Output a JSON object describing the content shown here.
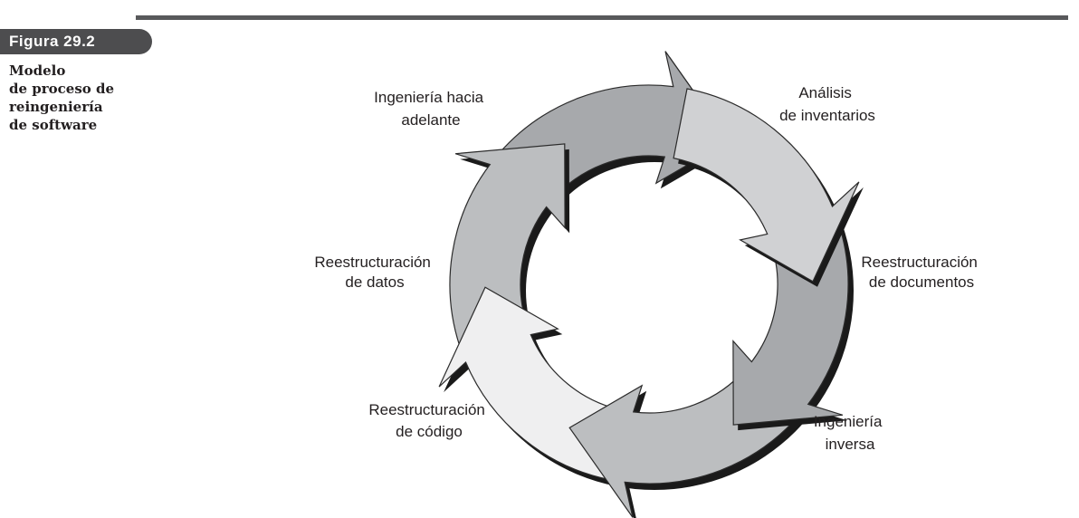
{
  "figure": {
    "label": "Figura 29.2",
    "caption_lines": [
      "Modelo",
      "de proceso de",
      "reingeniería",
      "de software"
    ]
  },
  "diagram": {
    "type": "cycle",
    "stages": [
      {
        "lines": [
          "Análisis",
          "de inventarios"
        ],
        "fill": "#d0d1d3"
      },
      {
        "lines": [
          "Reestructuración",
          "de documentos"
        ],
        "fill": "#a7a9ac"
      },
      {
        "lines": [
          "Ingeniería",
          "inversa"
        ],
        "fill": "#bcbec0"
      },
      {
        "lines": [
          "Reestructuración",
          "de código"
        ],
        "fill": "#efeff0"
      },
      {
        "lines": [
          "Reestructuración",
          "de datos"
        ],
        "fill": "#bcbec0"
      },
      {
        "lines": [
          "Ingeniería hacia",
          "adelante"
        ],
        "fill": "#a7a9ac"
      }
    ],
    "ring_fill": "#d0d1d3",
    "shadow_color": "#1a1a1a"
  }
}
